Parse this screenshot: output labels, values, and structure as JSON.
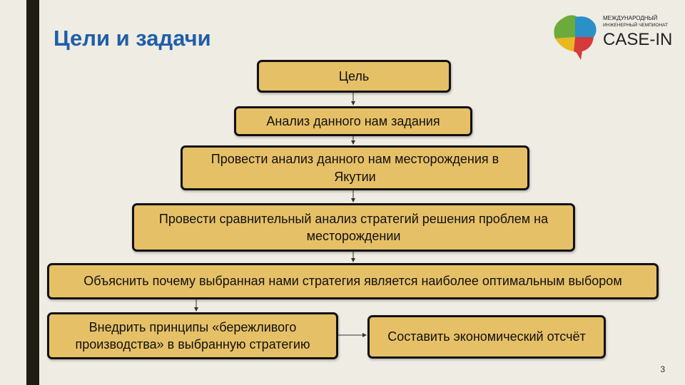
{
  "header": {
    "title": "Цели и задачи"
  },
  "logo": {
    "line1": "МЕЖДУНАРОДНЫЙ",
    "line2": "ИНЖЕНЕРНЫЙ ЧЕМПИОНАТ",
    "brand": "CASE-IN"
  },
  "boxes": {
    "goal": "Цель",
    "task1": "Анализ данного нам задания",
    "task2": "Провести анализ данного нам месторождения в Якутии",
    "task3": "Провести сравнительный анализ стратегий решения проблем на месторождении",
    "task4": "Объяснить почему выбранная нами стратегия является наиболее оптимальным выбором",
    "task5": "Внедрить принципы «бережливого производства» в выбранную стратегию",
    "task6": "Составить экономический отсчёт"
  },
  "page_number": "3",
  "colors": {
    "box": "#e6c067",
    "title": "#1f5fa8",
    "background": "#efece4"
  }
}
